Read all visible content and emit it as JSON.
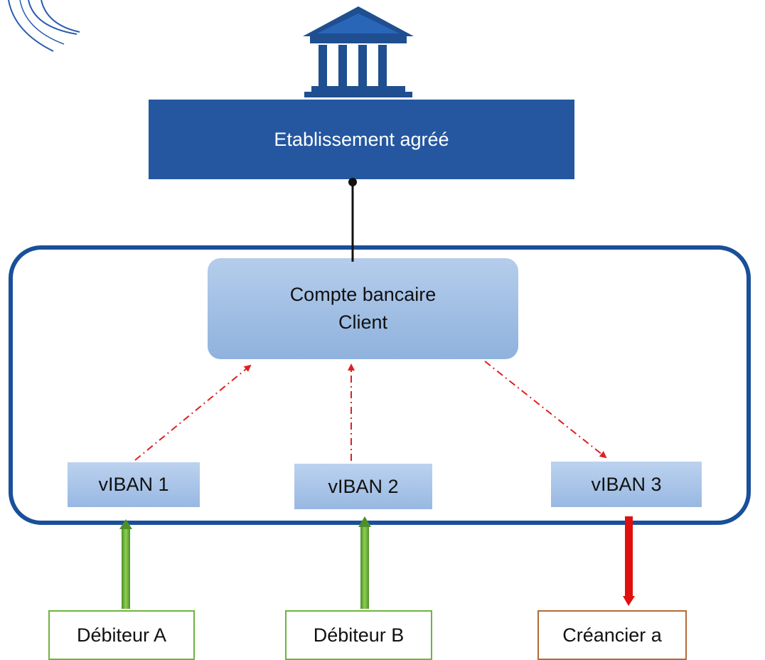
{
  "institution": {
    "label": "Etablissement agréé",
    "icon": "bank-icon",
    "color": "#2457a0"
  },
  "client_account": {
    "line1": "Compte bancaire",
    "line2": "Client"
  },
  "virtual_ibans": [
    {
      "label": "vIBAN 1"
    },
    {
      "label": "vIBAN 2"
    },
    {
      "label": "vIBAN 3"
    }
  ],
  "parties": [
    {
      "label": "Débiteur A",
      "flow": "incoming",
      "color": "#6fb33f"
    },
    {
      "label": "Débiteur B",
      "flow": "incoming",
      "color": "#6fb33f"
    },
    {
      "label": "Créancier a",
      "flow": "outgoing",
      "color": "#e0100f"
    }
  ],
  "colors": {
    "dashed_link": "#e02020",
    "container_border": "#1a4f99"
  }
}
